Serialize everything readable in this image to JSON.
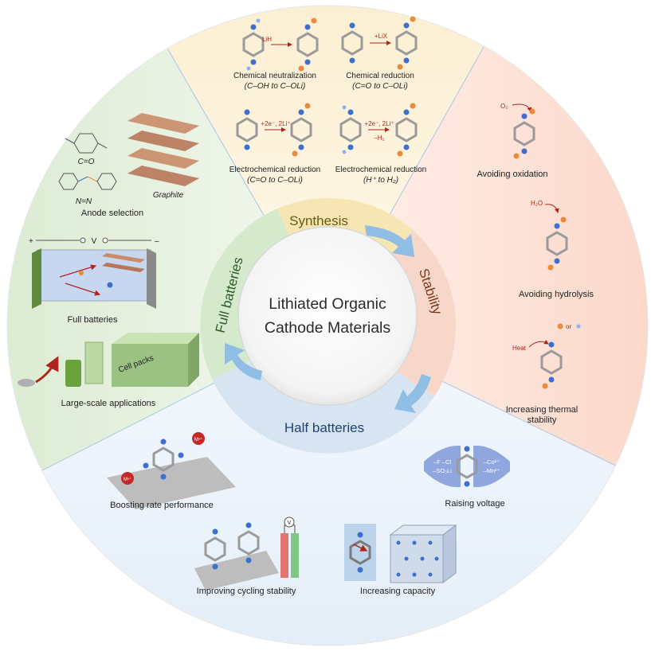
{
  "center": {
    "line1": "Lithiated Organic",
    "line2": "Cathode Materials"
  },
  "ring": {
    "synthesis": "Synthesis",
    "stability": "Stability",
    "half_batteries": "Half batteries",
    "full_batteries": "Full batteries"
  },
  "synthesis": {
    "p1_title": "Chemical neutralization",
    "p1_sub": "(C–OH to C–OLi)",
    "p1_reagent": "LiH",
    "p2_title": "Chemical reduction",
    "p2_sub": "(C=O to C–OLi)",
    "p2_reagent": "+LiX",
    "p3_title": "Electrochemical reduction",
    "p3_sub": "(C=O to C–OLi)",
    "p3_reagent": "+2e⁻, 2Li⁺",
    "p4_title": "Electrochemical reduction",
    "p4_sub": "(H⁺ to H₂)",
    "p4_reagent": "+2e⁻, 2Li⁺",
    "p4_reagent2": "–H₂"
  },
  "stability": {
    "oxidation": "Avoiding oxidation",
    "o2": "O₂",
    "hydrolysis": "Avoiding hydrolysis",
    "h2o": "H₂O",
    "thermal1": "Increasing thermal",
    "thermal2": "stability",
    "heat": "Heat",
    "or": "or"
  },
  "half": {
    "rate": "Boosting rate performance",
    "voltage": "Raising voltage",
    "cycling": "Improving cycling stability",
    "capacity": "Increasing capacity",
    "m_label": "Mⁿ⁺",
    "sub_left1": "–F –Cl",
    "sub_left2": "–SO₃Li",
    "sub_right1": "–Co²⁺",
    "sub_right2": "–Mn²⁺",
    "v_label": "V"
  },
  "full": {
    "anode": "Anode selection",
    "co_label": "C=O",
    "nn_label": "N=N",
    "graphite": "Graphite",
    "full_batteries": "Full batteries",
    "large_scale": "Large-scale applications",
    "v_label": "V",
    "plus": "+",
    "minus": "–",
    "cell_packs": "Cell packs"
  },
  "colors": {
    "synthesis": "#f6e7b0",
    "stability": "#f8d3c6",
    "half": "#d6e4f1",
    "full": "#d5e9cd",
    "arrow": "#8fbde3",
    "accent_red": "#b0241c",
    "node_blue": "#3b6fd1",
    "node_orange": "#e98b3a"
  }
}
